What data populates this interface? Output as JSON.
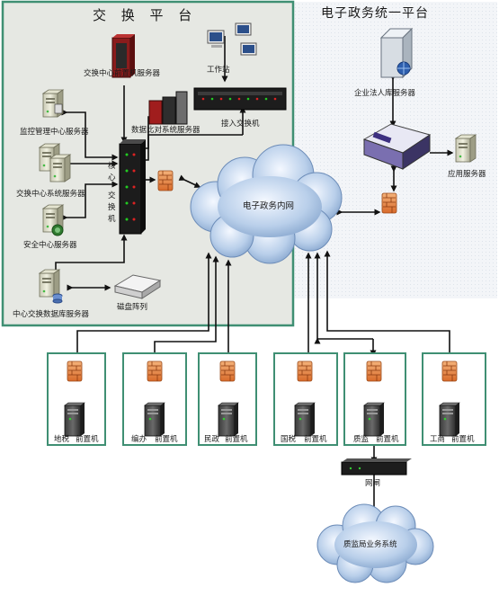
{
  "exchange_platform": {
    "title": "交 换 平 台",
    "nodes": {
      "front_server": "交换中心前置机服务器",
      "workstation": "工作站",
      "compare_server": "数据比对系统服务器",
      "access_switch": "接入交换机",
      "monitor_server": "监控管理中心服务器",
      "exchange_server": "交换中心系统服务器",
      "security_server": "安全中心服务器",
      "db_server": "中心交换数据库服务器",
      "disk_array": "磁盘阵列",
      "core_switch_chars": [
        "核",
        "心",
        "交",
        "换",
        "机"
      ]
    }
  },
  "egov_platform": {
    "title": "电子政务统一平台",
    "nodes": {
      "corp_db_server": "企业法人库服务器",
      "app_server": "应用服务器"
    }
  },
  "network": {
    "label": "电子政务内网"
  },
  "departments": [
    {
      "name": "地税",
      "suffix": "前置机"
    },
    {
      "name": "编办",
      "suffix": "前置机"
    },
    {
      "name": "民政",
      "suffix": "前置机"
    },
    {
      "name": "国税",
      "suffix": "前置机"
    },
    {
      "name": "质监",
      "suffix": "前置机"
    },
    {
      "name": "工商",
      "suffix": "前置机"
    }
  ],
  "gateway": {
    "label": "网闸"
  },
  "quality_system": {
    "label": "质监局业务系统"
  }
}
